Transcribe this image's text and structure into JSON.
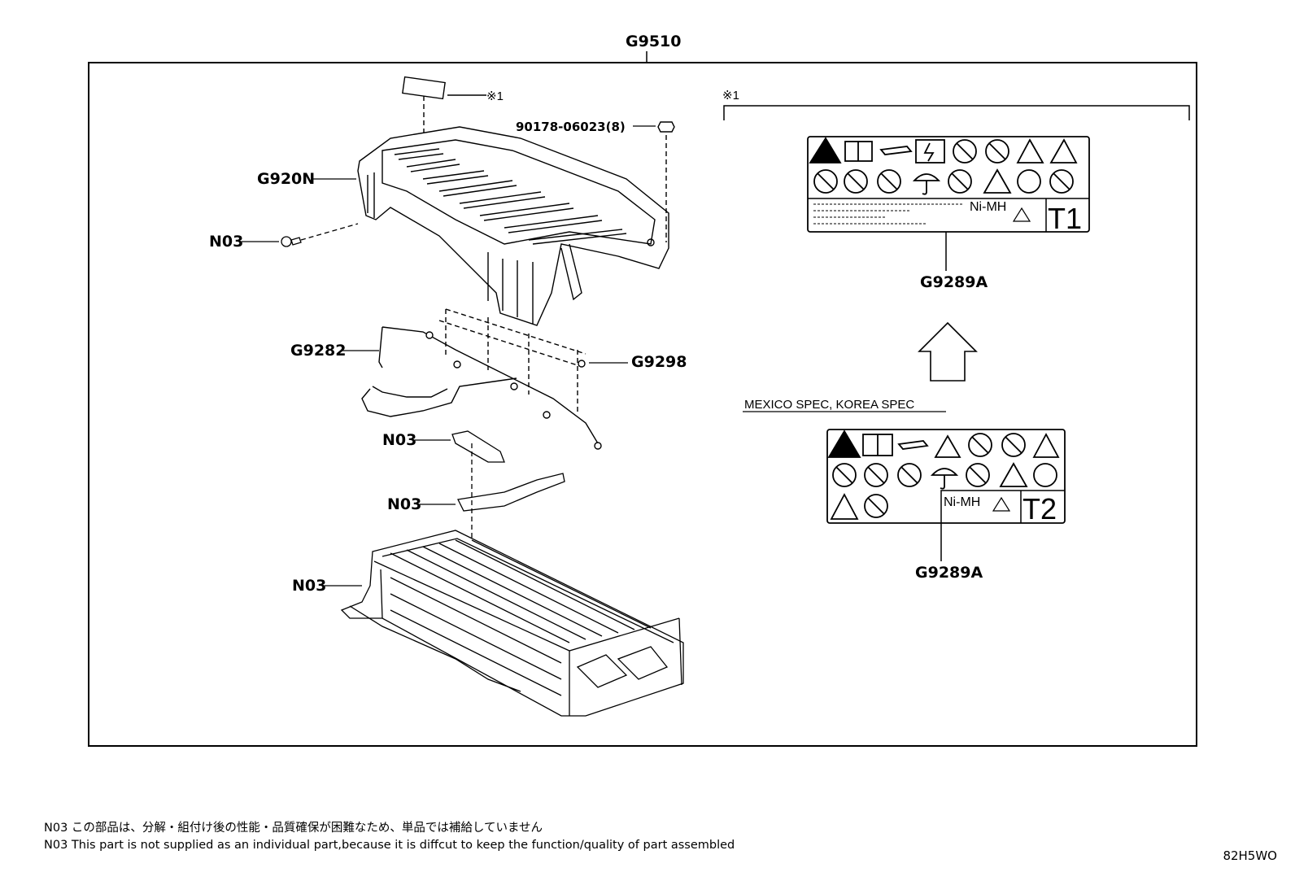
{
  "assembly_label": "G9510",
  "note_marker": "※1",
  "parts": {
    "cover": "G920N",
    "nut": "90178-06023(8)",
    "n03_a": "N03",
    "n03_b": "N03",
    "n03_c": "N03",
    "n03_d": "N03",
    "wire": "G9282",
    "clamp": "G9298"
  },
  "labels": {
    "label_t1": {
      "part": "G9289A",
      "type_code": "T1",
      "chem": "Ni-MH"
    },
    "spec_note": "MEXICO SPEC, KOREA SPEC",
    "label_t2": {
      "part": "G9289A",
      "type_code": "T2",
      "chem": "Ni-MH"
    }
  },
  "footer": {
    "note_ja": "N03 この部品は、分解・組付け後の性能・品質確保が困難なため、単品では補給していません",
    "note_en": "N03 This part is not supplied as an  individual part,because it is diffcut to keep the function/quality of part assembled",
    "diagram_code": "82H5WO"
  }
}
